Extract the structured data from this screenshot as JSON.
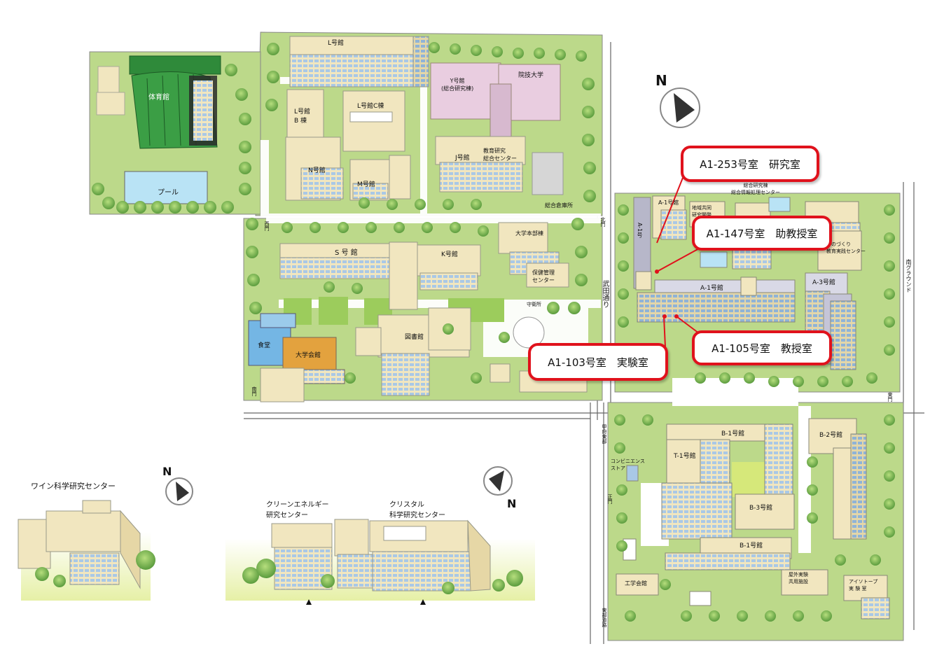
{
  "colors": {
    "building": "#f1e6bf",
    "building_shade": "#c9b98a",
    "window": "#a9c8e6",
    "green": "#bcd98a",
    "tree": "#7fb55a",
    "road": "#ffffff",
    "callout_border": "#e0121c",
    "gym_roof": "#2f8a3a",
    "pool": "#b9e3f5",
    "cafeteria": "#74b6e4",
    "hall": "#e3a23e",
    "pink_building": "#e9cde0"
  },
  "callouts": {
    "a1_253": "A1-253号室　研究室",
    "a1_147": "A1-147号室　助教授室",
    "a1_105": "A1-105号室　教授室",
    "a1_103": "A1-103号室　実験室"
  },
  "buildings": {
    "l_bldg": "L号館",
    "l_bldg_b": "L号館\nB 棟",
    "l_bldg_c": "L号館C棟",
    "y_bldg": "Y号館\n(総合研究棟)",
    "grad_school": "院技大学",
    "j_bldg": "J号館",
    "info_center": "教育研究\n総合センター",
    "n_bldg": "N号館",
    "m_bldg": "M号館",
    "gym": "体育館",
    "pool": "プール",
    "s_bldg": "S 号 館",
    "k_bldg": "K号館",
    "hq": "大学本部棟",
    "health": "保健管理\nセンター",
    "library": "図書館",
    "cafeteria": "食堂",
    "hall": "大学会館",
    "a1_bldg": "A-1号館",
    "a1_north": "A-1号館",
    "a1_north_b": "A-1号",
    "a3_bldg": "A-3号館",
    "regional": "地域共同\n研究開発",
    "design_center": "ものづくり\n教育実践センター",
    "b1_bldg": "B-1号館",
    "b2_bldg": "B-2号館",
    "b3_bldg": "B-3号館",
    "t1_bldg": "T-1号館",
    "b1_south": "B-1号館",
    "factory": "工学会館",
    "shared_exp": "屋外実験\n共用施設",
    "isotope": "アイソトープ\n実 験 室"
  },
  "labels": {
    "wine_center": "ワイン科学研究センター",
    "clean_energy": "クリーンエネルギー\n研究センター",
    "crystal": "クリスタル\n科学研究センター",
    "street_takeda": "武田通り",
    "street_east": "甲府東部",
    "north_gate": "北門",
    "west_gate": "西門",
    "south_gate": "南門",
    "east_gate": "東門",
    "main_gate": "正門",
    "convenience": "コンビニエンス\nストア",
    "keiei": "総合研究棟\n総合情報処理センター",
    "ground": "南グラウンド",
    "soko": "総合倉庫所",
    "koban": "守衛所",
    "fuzoku": "東部道路"
  },
  "compass": {
    "letter": "N"
  }
}
